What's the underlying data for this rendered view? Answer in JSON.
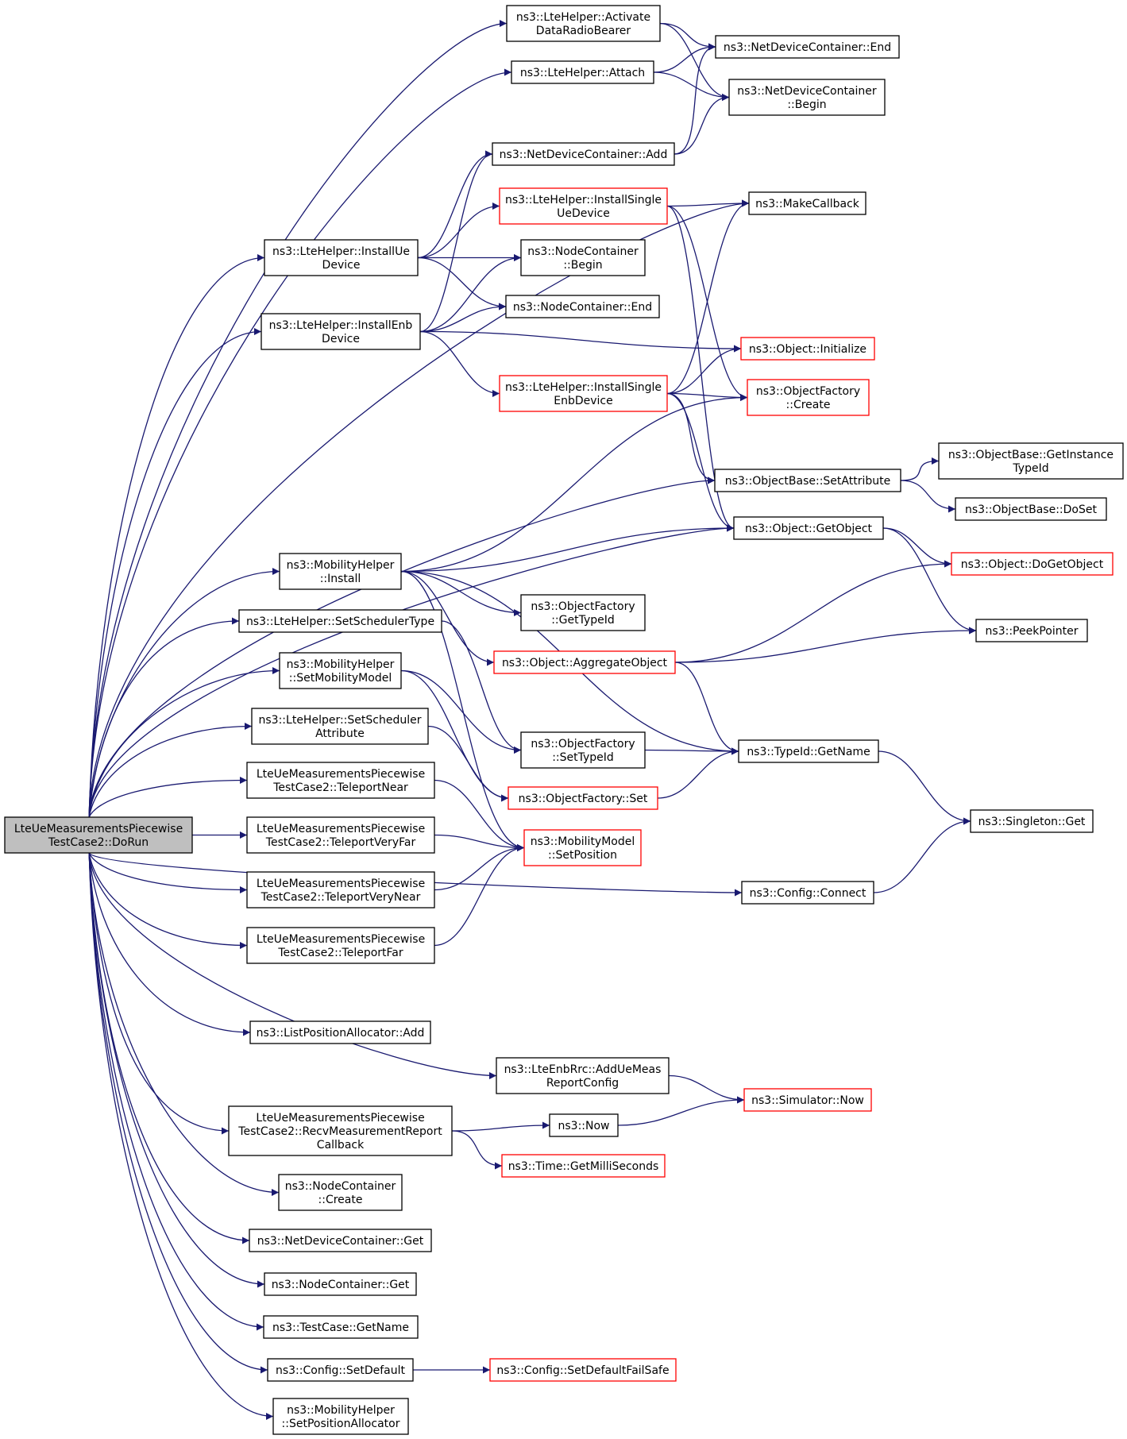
{
  "diagram": {
    "colors": {
      "edge": "#191970",
      "node_border": "#000000",
      "truncated_border": "#ff0000",
      "root_fill": "#bfbfbf",
      "node_fill": "#ffffff"
    },
    "nodes": [
      {
        "id": "root",
        "lines": [
          "LteUeMeasurementsPiecewise",
          "TestCase2::DoRun"
        ],
        "kind": "root"
      },
      {
        "id": "adrb",
        "lines": [
          "ns3::LteHelper::Activate",
          "DataRadioBearer"
        ],
        "kind": "normal"
      },
      {
        "id": "attach",
        "lines": [
          "ns3::LteHelper::Attach"
        ],
        "kind": "normal"
      },
      {
        "id": "ndcEnd",
        "lines": [
          "ns3::NetDeviceContainer::End"
        ],
        "kind": "normal"
      },
      {
        "id": "ndcBegin",
        "lines": [
          "ns3::NetDeviceContainer",
          "::Begin"
        ],
        "kind": "normal"
      },
      {
        "id": "ndcAdd",
        "lines": [
          "ns3::NetDeviceContainer::Add"
        ],
        "kind": "normal"
      },
      {
        "id": "isue",
        "lines": [
          "ns3::LteHelper::InstallSingle",
          "UeDevice"
        ],
        "kind": "truncated"
      },
      {
        "id": "makecb",
        "lines": [
          "ns3::MakeCallback"
        ],
        "kind": "normal"
      },
      {
        "id": "iue",
        "lines": [
          "ns3::LteHelper::InstallUe",
          "Device"
        ],
        "kind": "normal"
      },
      {
        "id": "ncBegin",
        "lines": [
          "ns3::NodeContainer",
          "::Begin"
        ],
        "kind": "normal"
      },
      {
        "id": "ncEnd",
        "lines": [
          "ns3::NodeContainer::End"
        ],
        "kind": "normal"
      },
      {
        "id": "ienb",
        "lines": [
          "ns3::LteHelper::InstallEnb",
          "Device"
        ],
        "kind": "normal"
      },
      {
        "id": "objInit",
        "lines": [
          "ns3::Object::Initialize"
        ],
        "kind": "truncated"
      },
      {
        "id": "isenb",
        "lines": [
          "ns3::LteHelper::InstallSingle",
          "EnbDevice"
        ],
        "kind": "truncated"
      },
      {
        "id": "ofCreate",
        "lines": [
          "ns3::ObjectFactory",
          "::Create"
        ],
        "kind": "truncated"
      },
      {
        "id": "obGetInst",
        "lines": [
          "ns3::ObjectBase::GetInstance",
          "TypeId"
        ],
        "kind": "normal"
      },
      {
        "id": "obSetAttr",
        "lines": [
          "ns3::ObjectBase::SetAttribute"
        ],
        "kind": "normal"
      },
      {
        "id": "obDoSet",
        "lines": [
          "ns3::ObjectBase::DoSet"
        ],
        "kind": "normal"
      },
      {
        "id": "objGetObj",
        "lines": [
          "ns3::Object::GetObject"
        ],
        "kind": "normal"
      },
      {
        "id": "objDoGet",
        "lines": [
          "ns3::Object::DoGetObject"
        ],
        "kind": "truncated"
      },
      {
        "id": "mhInstall",
        "lines": [
          "ns3::MobilityHelper",
          "::Install"
        ],
        "kind": "normal"
      },
      {
        "id": "ofGetTypeId",
        "lines": [
          "ns3::ObjectFactory",
          "::GetTypeId"
        ],
        "kind": "normal"
      },
      {
        "id": "setSched",
        "lines": [
          "ns3::LteHelper::SetSchedulerType"
        ],
        "kind": "normal"
      },
      {
        "id": "peek",
        "lines": [
          "ns3::PeekPointer"
        ],
        "kind": "normal"
      },
      {
        "id": "objAgg",
        "lines": [
          "ns3::Object::AggregateObject"
        ],
        "kind": "truncated"
      },
      {
        "id": "mhSetModel",
        "lines": [
          "ns3::MobilityHelper",
          "::SetMobilityModel"
        ],
        "kind": "normal"
      },
      {
        "id": "setSchedAttr",
        "lines": [
          "ns3::LteHelper::SetScheduler",
          "Attribute"
        ],
        "kind": "normal"
      },
      {
        "id": "ofSetTypeId",
        "lines": [
          "ns3::ObjectFactory",
          "::SetTypeId"
        ],
        "kind": "normal"
      },
      {
        "id": "tidGetName",
        "lines": [
          "ns3::TypeId::GetName"
        ],
        "kind": "normal"
      },
      {
        "id": "tpNear",
        "lines": [
          "LteUeMeasurementsPiecewise",
          "TestCase2::TeleportNear"
        ],
        "kind": "normal"
      },
      {
        "id": "ofSet",
        "lines": [
          "ns3::ObjectFactory::Set"
        ],
        "kind": "truncated"
      },
      {
        "id": "singleton",
        "lines": [
          "ns3::Singleton::Get"
        ],
        "kind": "normal"
      },
      {
        "id": "tpVeryFar",
        "lines": [
          "LteUeMeasurementsPiecewise",
          "TestCase2::TeleportVeryFar"
        ],
        "kind": "normal"
      },
      {
        "id": "mmSetPos",
        "lines": [
          "ns3::MobilityModel",
          "::SetPosition"
        ],
        "kind": "truncated"
      },
      {
        "id": "tpVeryNear",
        "lines": [
          "LteUeMeasurementsPiecewise",
          "TestCase2::TeleportVeryNear"
        ],
        "kind": "normal"
      },
      {
        "id": "cfgConnect",
        "lines": [
          "ns3::Config::Connect"
        ],
        "kind": "normal"
      },
      {
        "id": "tpFar",
        "lines": [
          "LteUeMeasurementsPiecewise",
          "TestCase2::TeleportFar"
        ],
        "kind": "normal"
      },
      {
        "id": "lpaAdd",
        "lines": [
          "ns3::ListPositionAllocator::Add"
        ],
        "kind": "normal"
      },
      {
        "id": "rrcAdd",
        "lines": [
          "ns3::LteEnbRrc::AddUeMeas",
          "ReportConfig"
        ],
        "kind": "normal"
      },
      {
        "id": "simNow",
        "lines": [
          "ns3::Simulator::Now"
        ],
        "kind": "truncated"
      },
      {
        "id": "recvCb",
        "lines": [
          "LteUeMeasurementsPiecewise",
          "TestCase2::RecvMeasurementReport",
          "Callback"
        ],
        "kind": "normal"
      },
      {
        "id": "now",
        "lines": [
          "ns3::Now"
        ],
        "kind": "normal"
      },
      {
        "id": "getMs",
        "lines": [
          "ns3::Time::GetMilliSeconds"
        ],
        "kind": "truncated"
      },
      {
        "id": "ncCreate",
        "lines": [
          "ns3::NodeContainer",
          "::Create"
        ],
        "kind": "normal"
      },
      {
        "id": "ndcGet",
        "lines": [
          "ns3::NetDeviceContainer::Get"
        ],
        "kind": "normal"
      },
      {
        "id": "ncGet",
        "lines": [
          "ns3::NodeContainer::Get"
        ],
        "kind": "normal"
      },
      {
        "id": "tcGetName",
        "lines": [
          "ns3::TestCase::GetName"
        ],
        "kind": "normal"
      },
      {
        "id": "cfgSetDef",
        "lines": [
          "ns3::Config::SetDefault"
        ],
        "kind": "normal"
      },
      {
        "id": "cfgSetDefFS",
        "lines": [
          "ns3::Config::SetDefaultFailSafe"
        ],
        "kind": "truncated"
      },
      {
        "id": "mhSetPosAlloc",
        "lines": [
          "ns3::MobilityHelper",
          "::SetPositionAllocator"
        ],
        "kind": "normal"
      }
    ],
    "edges": [
      [
        "root",
        "adrb"
      ],
      [
        "root",
        "attach"
      ],
      [
        "root",
        "makecb"
      ],
      [
        "root",
        "iue"
      ],
      [
        "root",
        "ienb"
      ],
      [
        "root",
        "obSetAttr"
      ],
      [
        "root",
        "objGetObj"
      ],
      [
        "root",
        "mhInstall"
      ],
      [
        "root",
        "setSched"
      ],
      [
        "root",
        "mhSetModel"
      ],
      [
        "root",
        "setSchedAttr"
      ],
      [
        "root",
        "tpNear"
      ],
      [
        "root",
        "tpVeryFar"
      ],
      [
        "root",
        "tpVeryNear"
      ],
      [
        "root",
        "tpFar"
      ],
      [
        "root",
        "cfgConnect"
      ],
      [
        "root",
        "lpaAdd"
      ],
      [
        "root",
        "rrcAdd"
      ],
      [
        "root",
        "recvCb"
      ],
      [
        "root",
        "ncCreate"
      ],
      [
        "root",
        "ndcGet"
      ],
      [
        "root",
        "ncGet"
      ],
      [
        "root",
        "tcGetName"
      ],
      [
        "root",
        "cfgSetDef"
      ],
      [
        "root",
        "mhSetPosAlloc"
      ],
      [
        "adrb",
        "ndcEnd"
      ],
      [
        "adrb",
        "ndcBegin"
      ],
      [
        "attach",
        "ndcEnd"
      ],
      [
        "attach",
        "ndcBegin"
      ],
      [
        "ndcAdd",
        "ndcEnd"
      ],
      [
        "ndcAdd",
        "ndcBegin"
      ],
      [
        "iue",
        "ndcAdd"
      ],
      [
        "iue",
        "isue"
      ],
      [
        "iue",
        "ncBegin"
      ],
      [
        "iue",
        "ncEnd"
      ],
      [
        "ienb",
        "ndcAdd"
      ],
      [
        "ienb",
        "ncBegin"
      ],
      [
        "ienb",
        "ncEnd"
      ],
      [
        "ienb",
        "objInit"
      ],
      [
        "ienb",
        "isenb"
      ],
      [
        "isue",
        "makecb"
      ],
      [
        "isue",
        "ofCreate"
      ],
      [
        "isue",
        "objGetObj"
      ],
      [
        "isenb",
        "makecb"
      ],
      [
        "isenb",
        "objInit"
      ],
      [
        "isenb",
        "ofCreate"
      ],
      [
        "isenb",
        "obSetAttr"
      ],
      [
        "isenb",
        "objGetObj"
      ],
      [
        "obSetAttr",
        "obGetInst"
      ],
      [
        "obSetAttr",
        "obDoSet"
      ],
      [
        "objGetObj",
        "objDoGet"
      ],
      [
        "objGetObj",
        "peek"
      ],
      [
        "mhInstall",
        "ofCreate"
      ],
      [
        "mhInstall",
        "objGetObj"
      ],
      [
        "mhInstall",
        "ofGetTypeId"
      ],
      [
        "mhInstall",
        "objAgg"
      ],
      [
        "mhInstall",
        "tidGetName"
      ],
      [
        "mhInstall",
        "mmSetPos"
      ],
      [
        "setSched",
        "ofSetTypeId"
      ],
      [
        "objAgg",
        "objDoGet"
      ],
      [
        "objAgg",
        "peek"
      ],
      [
        "objAgg",
        "tidGetName"
      ],
      [
        "mhSetModel",
        "ofSetTypeId"
      ],
      [
        "mhSetModel",
        "ofSet"
      ],
      [
        "setSchedAttr",
        "ofSet"
      ],
      [
        "ofSetTypeId",
        "tidGetName"
      ],
      [
        "ofSet",
        "tidGetName"
      ],
      [
        "tidGetName",
        "singleton"
      ],
      [
        "tpNear",
        "mmSetPos"
      ],
      [
        "tpVeryFar",
        "mmSetPos"
      ],
      [
        "tpVeryNear",
        "mmSetPos"
      ],
      [
        "tpFar",
        "mmSetPos"
      ],
      [
        "cfgConnect",
        "singleton"
      ],
      [
        "rrcAdd",
        "simNow"
      ],
      [
        "recvCb",
        "now"
      ],
      [
        "recvCb",
        "getMs"
      ],
      [
        "now",
        "simNow"
      ],
      [
        "cfgSetDef",
        "cfgSetDefFS"
      ]
    ]
  }
}
